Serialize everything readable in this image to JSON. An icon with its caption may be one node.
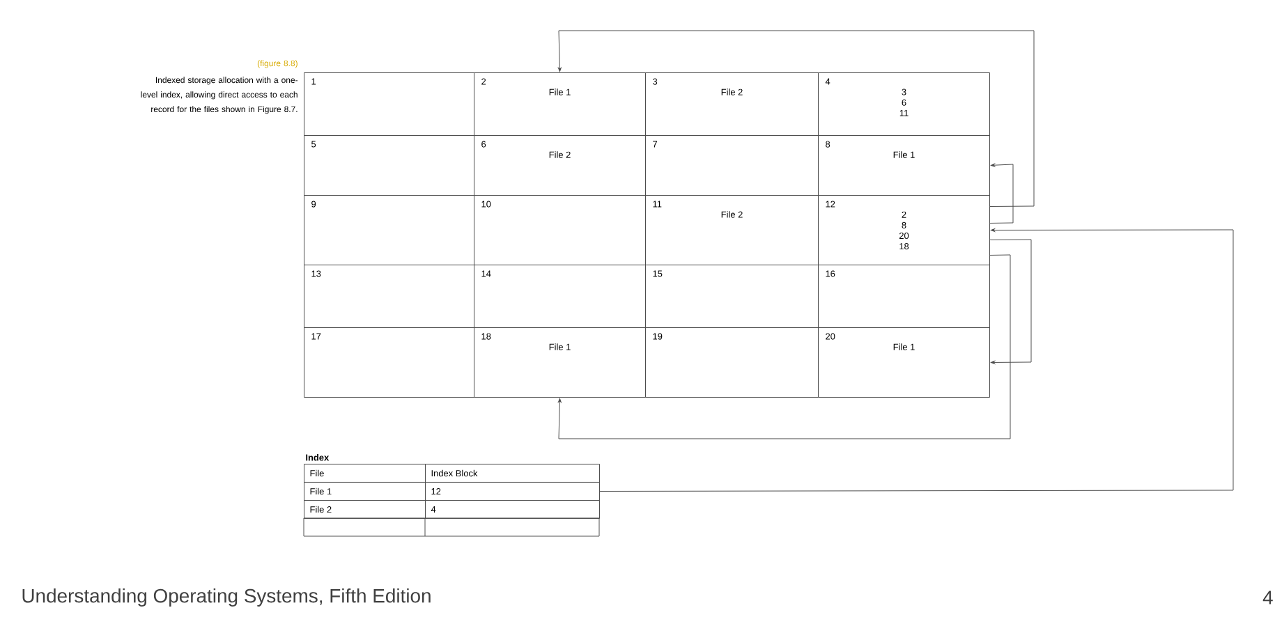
{
  "diagram": {
    "nodes": [
      {
        "text": [
          "1"
        ]
      },
      {
        "text": [
          "2",
          "File 1"
        ]
      },
      {
        "text": [
          "3",
          "File 2"
        ]
      },
      {
        "text": [
          "4",
          "3",
          "6",
          "11"
        ]
      },
      {
        "text": [
          "5"
        ]
      },
      {
        "text": [
          "6",
          "File 2"
        ]
      },
      {
        "text": [
          "7"
        ]
      },
      {
        "text": [
          "8",
          "File 1"
        ]
      },
      {
        "text": [
          "9"
        ]
      },
      {
        "text": [
          "10"
        ]
      },
      {
        "text": [
          "11",
          "File 2"
        ]
      },
      {
        "text": [
          "12",
          "2",
          "8",
          "20",
          "18"
        ]
      },
      {
        "text": [
          "13"
        ]
      },
      {
        "text": [
          "14"
        ]
      },
      {
        "text": [
          "15"
        ]
      },
      {
        "text": [
          "16"
        ]
      },
      {
        "text": [
          "17"
        ]
      },
      {
        "text": [
          "18",
          "File 1"
        ]
      },
      {
        "text": [
          "19"
        ]
      },
      {
        "text": [
          "20",
          "File 1"
        ]
      },
      {
        "text": [
          "File"
        ]
      },
      {
        "text": [
          "Index Block"
        ]
      },
      {
        "text": [
          "File 1"
        ]
      },
      {
        "text": [
          "12"
        ]
      },
      {
        "text": [
          "File 2"
        ]
      },
      {
        "text": [
          "4"
        ]
      }
    ],
    "edges": [
      {
        "from": 11,
        "to": 1,
        "arrow": "to"
      },
      {
        "from": 11,
        "to": 7,
        "arrow": "to"
      },
      {
        "from": 11,
        "to": 19,
        "arrow": "to"
      },
      {
        "from": 11,
        "to": 17,
        "arrow": "to"
      },
      {
        "from": 23,
        "to": 11,
        "arrow": "to"
      }
    ],
    "labels": [
      "(figure 8.8)",
      "Indexed storage allocation with a one-level index, allowing direct access to each record for the files shown in Figure 8.7.",
      "Index",
      "Understanding Operating Systems, Fifth Edition",
      "4"
    ]
  }
}
